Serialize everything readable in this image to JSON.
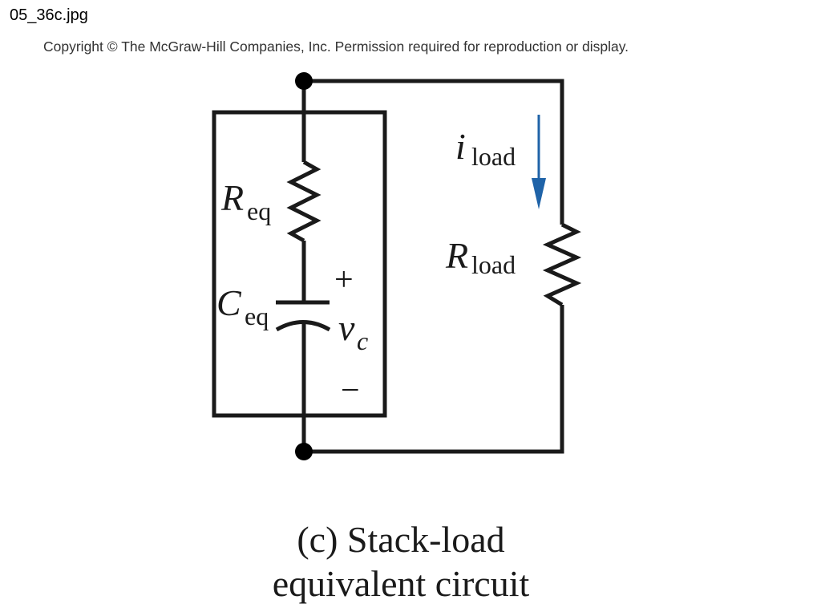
{
  "header": {
    "filename": "05_36c.jpg",
    "copyright": "Copyright © The McGraw-Hill Companies, Inc. Permission required for reproduction or display."
  },
  "diagram": {
    "labels": {
      "r_eq_main": "R",
      "r_eq_sub": "eq",
      "c_eq_main": "C",
      "c_eq_sub": "eq",
      "v_main": "v",
      "v_sub": "c",
      "plus": "+",
      "minus": "−",
      "i_main": "i",
      "i_sub": "load",
      "r_load_main": "R",
      "r_load_sub": "load"
    },
    "colors": {
      "wire": "#1a1a1a",
      "current_arrow": "#1f63a8"
    }
  },
  "caption": {
    "line1": "(c) Stack-load",
    "line2": "equivalent circuit"
  }
}
